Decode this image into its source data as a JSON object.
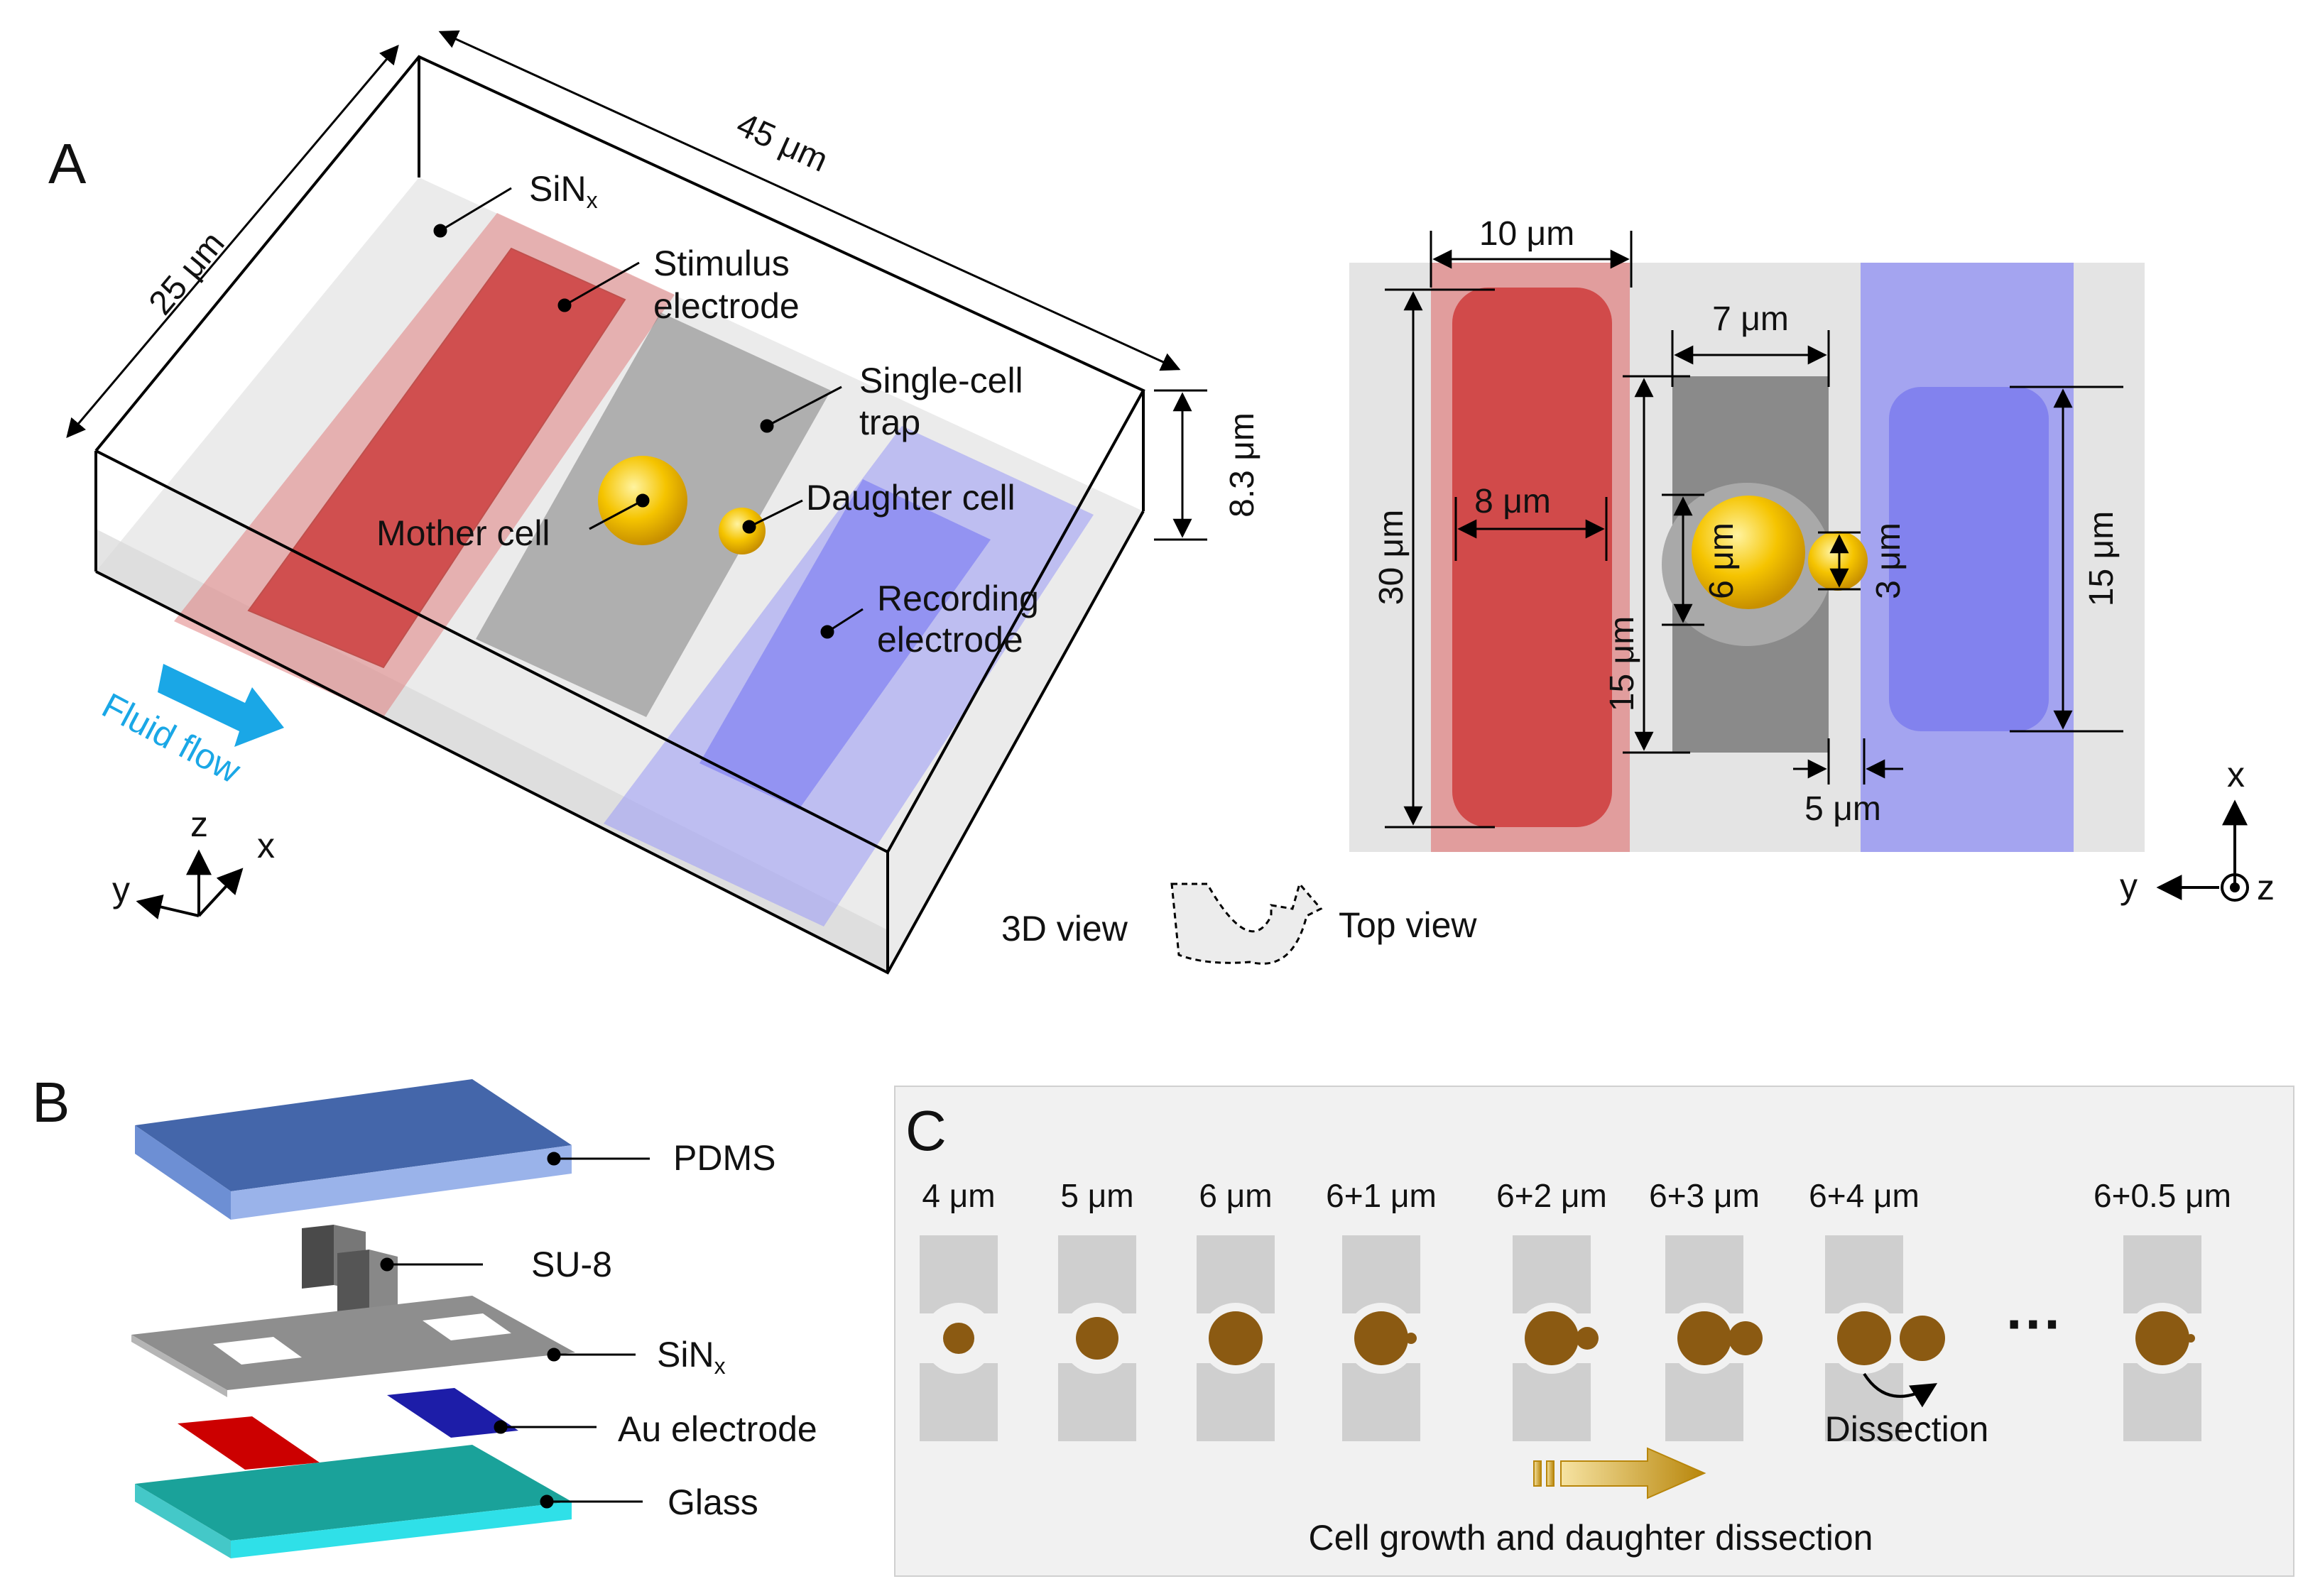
{
  "panels": {
    "a": "A",
    "b": "B",
    "c": "C"
  },
  "panel_a": {
    "dims": {
      "length": "45 μm",
      "width": "25 μm",
      "height": "8.3 μm"
    },
    "labels": {
      "sinx": "SiN",
      "sinx_sub": "x",
      "stimulus_1": "Stimulus",
      "stimulus_2": "electrode",
      "trap_1": "Single-cell",
      "trap_2": "trap",
      "mother": "Mother cell",
      "daughter": "Daughter cell",
      "recording_1": "Recording",
      "recording_2": "electrode",
      "fluid_flow": "Fluid flow"
    },
    "axes": {
      "x": "x",
      "y": "y",
      "z": "z"
    },
    "view_3d": "3D view",
    "view_top": "Top view"
  },
  "panel_top": {
    "dims": {
      "electrode_width": "10 μm",
      "electrode_inner_width": "8 μm",
      "electrode_length": "30 μm",
      "trap_width": "7 μm",
      "trap_length": "15 μm",
      "mother_diameter": "6 μm",
      "daughter_diameter": "3 μm",
      "gap": "5 μm",
      "recording_length": "15 μm"
    },
    "axes": {
      "x": "x",
      "y": "y",
      "z": "z"
    }
  },
  "panel_b": {
    "layers": [
      "PDMS",
      "SU-8",
      "SiN",
      "Au electrode",
      "Glass"
    ],
    "sinx_sub": "x"
  },
  "panel_c": {
    "stages": [
      "4 μm",
      "5 μm",
      "6 μm",
      "6+1 μm",
      "6+2 μm",
      "6+3 μm",
      "6+4 μm",
      "6+0.5 μm"
    ],
    "ellipsis": "···",
    "dissection": "Dissection",
    "caption": "Cell growth and daughter dissection"
  },
  "colors": {
    "stimulus": "#d24b4b",
    "recording": "#8c8cf0",
    "cell": "#f5c400",
    "fluid": "#1aa7e6",
    "pdms": "#4466aa",
    "glass": "#20b8b8",
    "cell_c": "#8b5a12"
  }
}
